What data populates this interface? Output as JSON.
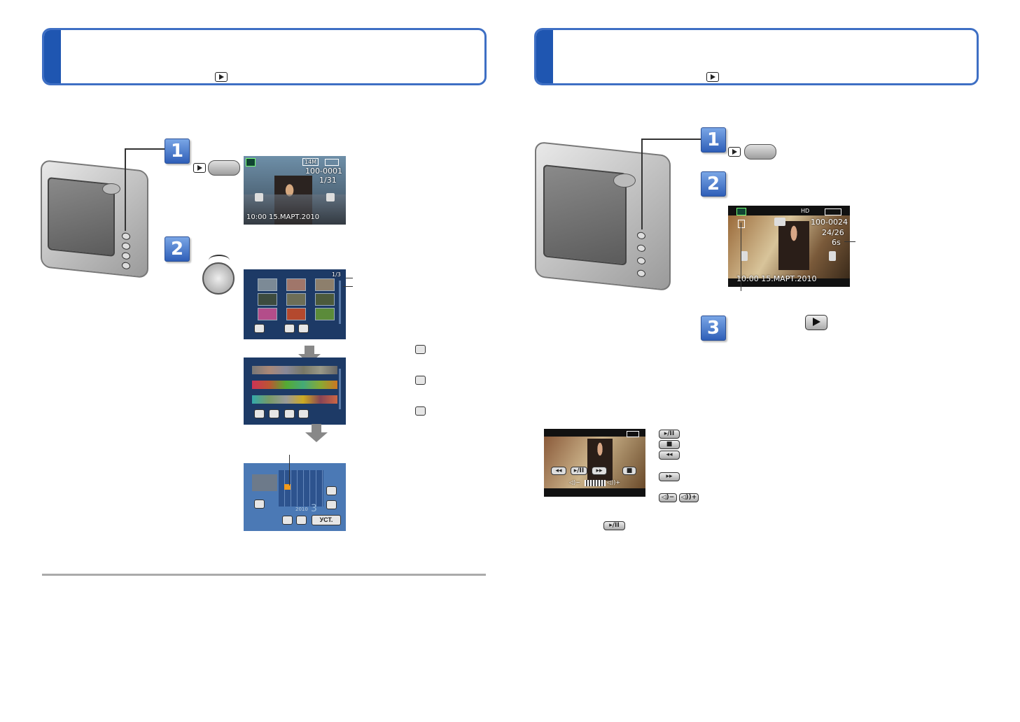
{
  "left_page": {
    "step1_screen": {
      "counter": "14M",
      "file_no": "100-0001",
      "frame": "1/31",
      "datetime": "10:00  15.МАРТ.2010"
    },
    "step2_screen": {
      "page_counter": "1/3"
    },
    "calendar": {
      "year": "2010",
      "month": "3",
      "set_button": "УСТ."
    }
  },
  "right_page": {
    "video_screen": {
      "quality": "HD",
      "file_no": "100-0024",
      "frame": "24/26",
      "duration": "6s",
      "datetime": "10:00  15.МАРТ.2010"
    }
  },
  "colors": {
    "accent": "#1f56b1",
    "border": "#3e6fc4",
    "lcd_blue": "#1d3a66"
  },
  "icons": [
    "play-icon",
    "zoom-lever-icon",
    "multi-playback-icon",
    "calendar-icon",
    "play-pause-icon",
    "stop-icon",
    "rewind-icon",
    "fast-forward-icon",
    "volume-icon"
  ]
}
